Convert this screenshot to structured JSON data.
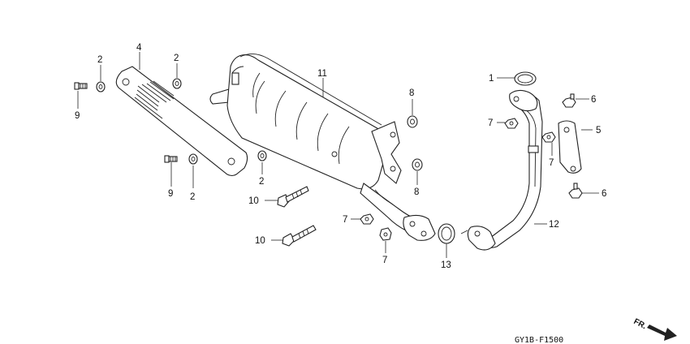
{
  "diagram": {
    "code": "GY1B-F1500",
    "direction_label": "FR.",
    "callouts": {
      "c1": "1",
      "c2a": "2",
      "c2b": "2",
      "c2c": "2",
      "c2d": "2",
      "c4": "4",
      "c5": "5",
      "c6a": "6",
      "c6b": "6",
      "c7a": "7",
      "c7b": "7",
      "c7c": "7",
      "c7d": "7",
      "c8a": "8",
      "c8b": "8",
      "c9a": "9",
      "c9b": "9",
      "c10a": "10",
      "c10b": "10",
      "c11": "11",
      "c12": "12",
      "c13": "13"
    }
  }
}
